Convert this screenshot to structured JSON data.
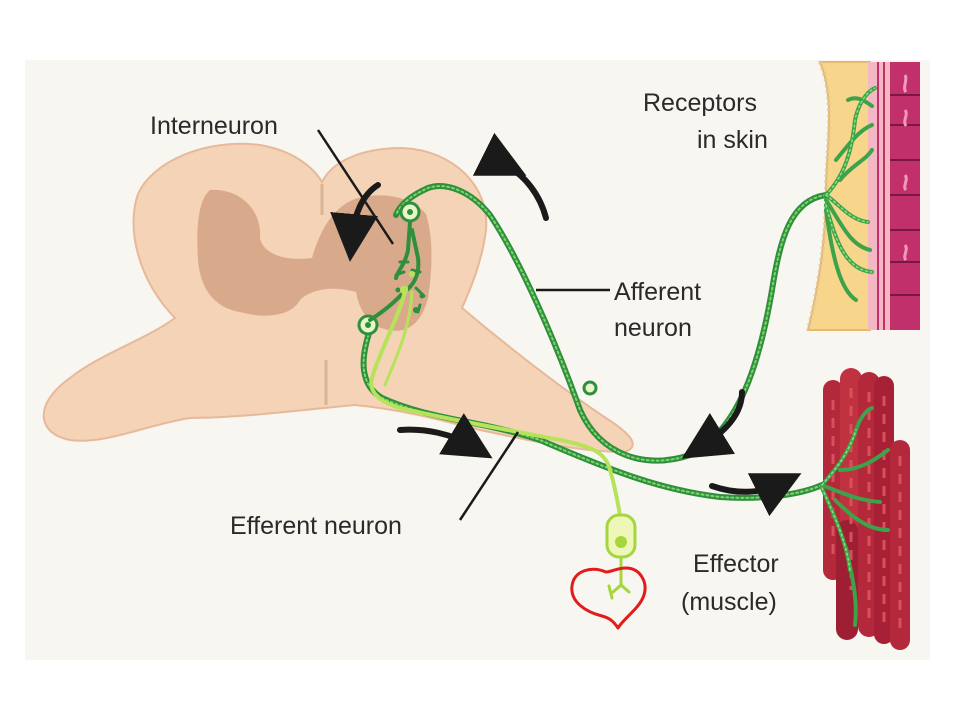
{
  "labels": {
    "interneuron": "Interneuron",
    "receptors_line1": "Receptors",
    "receptors_line2": "in skin",
    "afferent_line1": "Afferent",
    "afferent_line2": "neuron",
    "efferent": "Efferent neuron",
    "effector_line1": "Effector",
    "effector_line2": "(muscle)"
  },
  "colors": {
    "background": "#ffffff",
    "panel": "#f8f6f1",
    "spinal_cord": "#f4d3b6",
    "gray_matter": "#d9a98c",
    "neuron_dark": "#3ca34a",
    "neuron_light": "#b7e35a",
    "skin_fat": "#f7d58a",
    "skin_layer": "#e5b86d",
    "dermis": "#c2306b",
    "muscle": "#b3283a",
    "muscle_highlight": "#d8505a",
    "heart_drawing": "#e21b1b",
    "arrows": "#1a1a1a"
  }
}
